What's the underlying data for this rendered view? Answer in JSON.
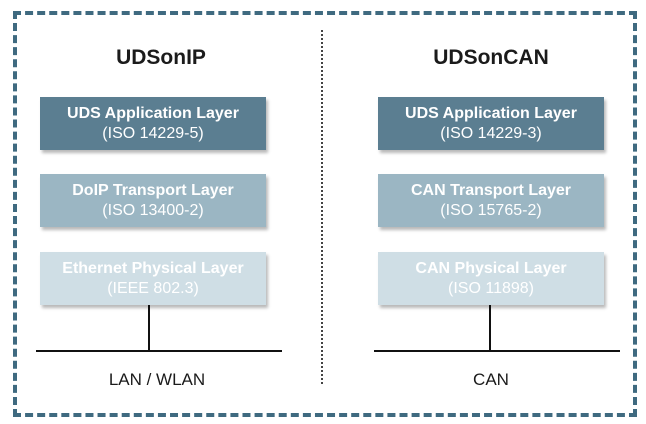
{
  "left": {
    "title": "UDSonIP",
    "layers": [
      {
        "name": "UDS Application Layer",
        "standard": "(ISO 14229-5)"
      },
      {
        "name": "DoIP Transport Layer",
        "standard": "(ISO 13400-2)"
      },
      {
        "name": "Ethernet Physical Layer",
        "standard": "(IEEE 802.3)"
      }
    ],
    "network": "LAN / WLAN"
  },
  "right": {
    "title": "UDSonCAN",
    "layers": [
      {
        "name": "UDS Application Layer",
        "standard": "(ISO 14229-3)"
      },
      {
        "name": "CAN Transport Layer",
        "standard": "(ISO 15765-2)"
      },
      {
        "name": "CAN Physical Layer",
        "standard": "(ISO 11898)"
      }
    ],
    "network": "CAN"
  },
  "colors": {
    "border": "#3f6a80",
    "layer_application": "#5b7e91",
    "layer_transport": "#9bb6c3",
    "layer_physical": "#cfdee5"
  }
}
